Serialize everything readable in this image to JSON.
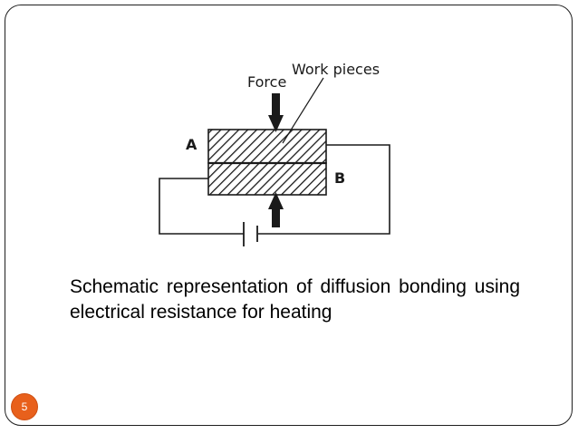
{
  "diagram": {
    "label_force": "Force",
    "label_work_pieces": "Work pieces",
    "label_a": "A",
    "label_b": "B"
  },
  "caption": {
    "text": "Schematic representation of diffusion bonding using electrical resistance for heating"
  },
  "slide": {
    "page_number": "5"
  },
  "colors": {
    "badge": "#e8601c",
    "border": "#1f1f1f",
    "ink": "#000000"
  }
}
